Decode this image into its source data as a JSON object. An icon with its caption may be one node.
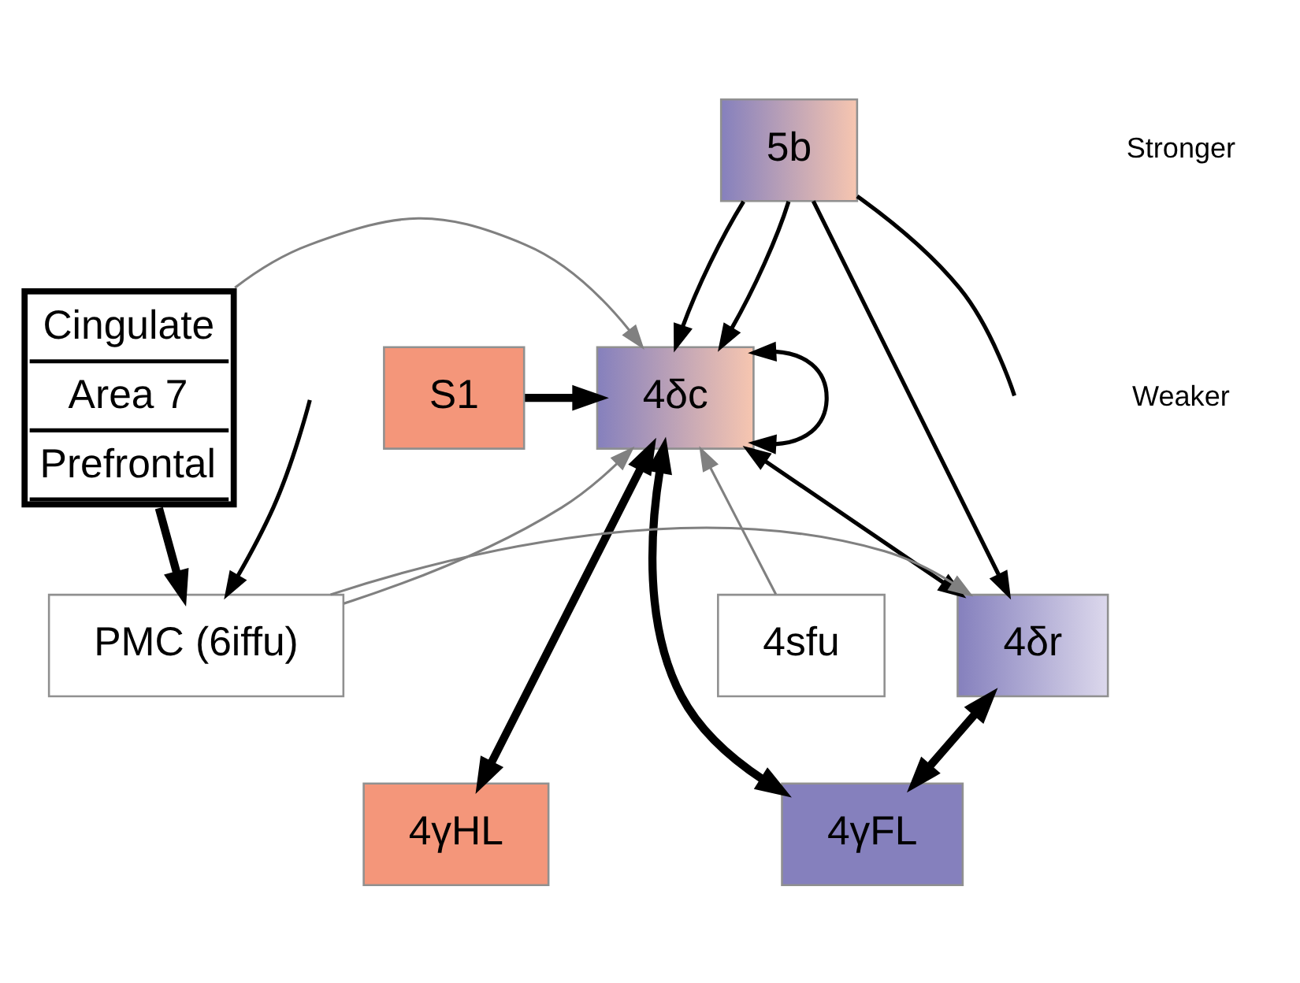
{
  "diagram": {
    "nodes": [
      {
        "text": [
          "5b"
        ]
      },
      {
        "text": [
          "4δc"
        ]
      },
      {
        "text": [
          "S1"
        ]
      },
      {
        "text": [
          "Cingulate",
          "Area 7",
          "Prefrontal"
        ]
      },
      {
        "text": [
          "4δr"
        ]
      },
      {
        "text": [
          "4sfu"
        ]
      },
      {
        "text": [
          "PMC (6iffu)"
        ]
      },
      {
        "text": [
          "4γFL"
        ]
      },
      {
        "text": [
          "4γHL"
        ]
      }
    ],
    "edges": [
      {
        "from": 0,
        "to": null,
        "arrow": "none"
      },
      {
        "from": 0,
        "to": 1,
        "arrow": "to"
      },
      {
        "from": 0,
        "to": 4,
        "arrow": "to"
      },
      {
        "from": 0,
        "to": 1,
        "arrow": "to"
      },
      {
        "from": 2,
        "to": 1,
        "arrow": "to",
        "style": "thick"
      },
      {
        "from": 3,
        "to": 1,
        "arrow": "to",
        "color": "#808080"
      },
      {
        "from": 1,
        "to": 1,
        "arrow": "both"
      },
      {
        "from": 3,
        "to": 6,
        "arrow": "to",
        "style": "thick"
      },
      {
        "from": null,
        "to": 6,
        "arrow": "to"
      },
      {
        "from": 5,
        "to": 1,
        "arrow": "to",
        "color": "#808080"
      },
      {
        "from": 6,
        "to": 1,
        "arrow": "to",
        "color": "#808080"
      },
      {
        "from": 6,
        "to": 4,
        "arrow": "to",
        "color": "#808080"
      },
      {
        "from": 4,
        "to": 1,
        "arrow": "both"
      },
      {
        "from": 1,
        "to": 8,
        "arrow": "both",
        "style": "thick"
      },
      {
        "from": 4,
        "to": 7,
        "arrow": "both",
        "style": "thick"
      },
      {
        "from": 1,
        "to": 7,
        "arrow": "both",
        "style": "thick"
      }
    ],
    "legend": [
      {
        "text": "Stronger"
      },
      {
        "text": "Weaker"
      }
    ]
  }
}
